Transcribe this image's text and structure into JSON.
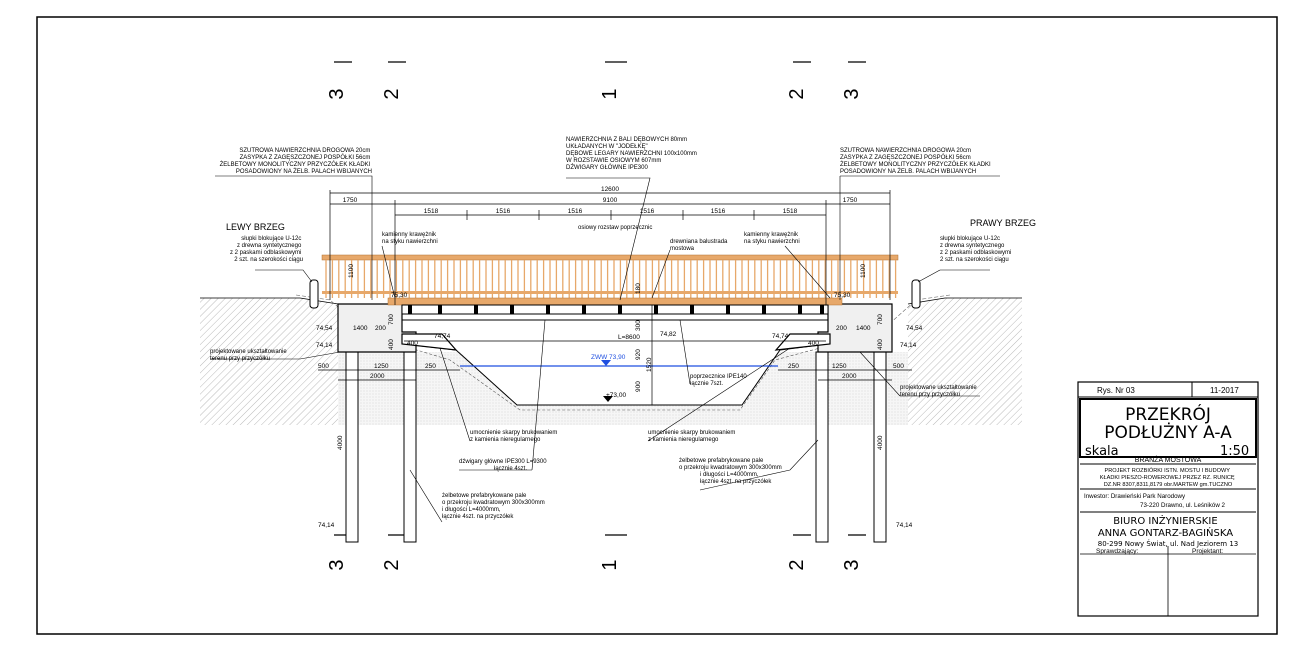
{
  "sections": {
    "top": [
      "3",
      "2",
      "1",
      "2",
      "3"
    ],
    "bottom": [
      "3",
      "2",
      "1",
      "2",
      "3"
    ]
  },
  "banks": {
    "left": "LEWY BRZEG",
    "right": "PRAWY BRZEG"
  },
  "notes": {
    "left_surface": [
      "SZUTROWA NAWIERZCHNIA DROGOWA 20cm",
      "ZASYPKA Z ZAGĘSZCZONEJ POSPÓŁKI 56cm",
      "ŻELBETOWY MONOLITYCZNY PRZYCZÓŁEK KŁADKI",
      "POSADOWIONY NA ŻELB. PALACH WBIJANYCH"
    ],
    "center_deck": [
      "NAWIERZCHNIA Z BALI DĘBOWYCH 80mm",
      "UKŁADANYCH W \"JODEŁKĘ\"",
      "DĘBOWE LEGARY NAWIERZCHNI 100x100mm",
      "W ROZSTAWIE OSIOWYM 607mm",
      "DŹWIGARY GŁÓWNE IPE300"
    ],
    "right_surface": [
      "SZUTROWA NAWIERZCHNIA DROGOWA 20cm",
      "ZASYPKA Z ZAGĘSZCZONEJ POSPÓŁKI 56cm",
      "ŻELBETOWY MONOLITYCZNY PRZYCZÓŁEK KŁADKI",
      "POSADOWIONY NA ŻELB. PALACH WBIJANYCH"
    ],
    "bollards_left": [
      "słupki blokujące U-12c",
      "z drewna syntetycznego",
      "z 2 paskami odblaskowymi",
      "2 szt. na szerokości ciągu"
    ],
    "bollards_right": [
      "słupki blokujące U-12c",
      "z drewna syntetycznego",
      "z 2 paskami odblaskowymi",
      "2 szt. na szerokości ciągu"
    ],
    "curb_left": [
      "kamienny krawężnik",
      "na styku nawierzchni"
    ],
    "curb_right": [
      "kamienny krawężnik",
      "na styku nawierzchni"
    ],
    "spacing": "osiowy rozstaw poprzecznic",
    "railing": [
      "drewniana balustrada",
      "mostowa"
    ],
    "terrain_left": [
      "projektowane ukształtowanie",
      "terenu przy przyczółku"
    ],
    "terrain_right": [
      "projektowane ukształtowanie",
      "terenu przy przyczółku"
    ],
    "crossbeams": [
      "poprzecznice IPE140",
      "łącznie 7szt."
    ],
    "slope_left": [
      "umocnienie skarpy brukowaniem",
      "z kamienia nieregularnego"
    ],
    "slope_right": [
      "umocnienie skarpy brukowaniem",
      "z kamienia nieregularnego"
    ],
    "girders": [
      "dźwigary główne IPE300 L=9300",
      "łącznie 4szt."
    ],
    "piles_left": [
      "żelbetowe prefabrykowane pale",
      "o przekroju kwadratowym 300x300mm",
      "i długości L=4000mm,",
      "łącznie 4szt. na przyczółek"
    ],
    "piles_right": [
      "żelbetowe prefabrykowane pale",
      "o przekroju kwadratowym 300x300mm",
      "i długości L=4000mm,",
      "łącznie 4szt. na przyczółek"
    ]
  },
  "dimensions": {
    "total": "12600",
    "left_end": "1750",
    "mid": "9100",
    "right_end": "1750",
    "spans": [
      "1518",
      "1516",
      "1516",
      "1516",
      "1516",
      "1518"
    ],
    "span_l": "L=8600",
    "rail_h_left": "1100",
    "rail_h_right": "1100",
    "post_180": "180",
    "d_300": "300",
    "d_920": "920",
    "d_1520": "1520",
    "d_900": "900",
    "abut_l": [
      "1400",
      "200"
    ],
    "abut_r": [
      "200",
      "1400"
    ],
    "h_700": "700",
    "h_400": "400",
    "d_400": "400",
    "found_l": [
      "500",
      "1250",
      "250",
      "2000"
    ],
    "found_r": [
      "250",
      "1250",
      "500",
      "2000"
    ],
    "pile_len": "4000",
    "lv_7530": "75,30",
    "lv_7454": "74,54",
    "lv_7474": "74,74",
    "lv_7414": "74,14",
    "lv_7482": "74,82",
    "zww": "ZWW 73,90",
    "bed": "+73,00"
  },
  "title_block": {
    "rys": "Rys. Nr 03",
    "date": "11-2017",
    "title1": "PRZEKRÓJ",
    "title2": "PODŁUŻNY A-A",
    "scale_label": "skala",
    "scale": "1:50",
    "branch": "BRANŻA MOSTOWA",
    "project": [
      "PROJEKT ROZBIÓRKI ISTN. MOSTU I BUDOWY",
      "KŁADKI PIESZO-ROWEROWEJ PRZEZ RZ. RUNICĘ",
      "DZ.NR 8307,8311,8179 obr.MARTEW gm.TUCZNO"
    ],
    "investor": [
      "Inwestor: Drawieński Park Narodowy",
      "73-220 Drawno, ul. Leśników 2"
    ],
    "office": [
      "BIURO INŻYNIERSKIE",
      "ANNA GONTARZ-BAGIŃSKA",
      "80-299 Nowy Świat, ul. Nad Jeziorem 13"
    ],
    "checker": "Sprawdzający:",
    "designer": "Projektant:"
  },
  "colors": {
    "railing": "#E7A86A",
    "water": "#1F4FE0",
    "hatch": "#9A9A9A",
    "ground": "#EFEFEF",
    "line": "#000000"
  }
}
